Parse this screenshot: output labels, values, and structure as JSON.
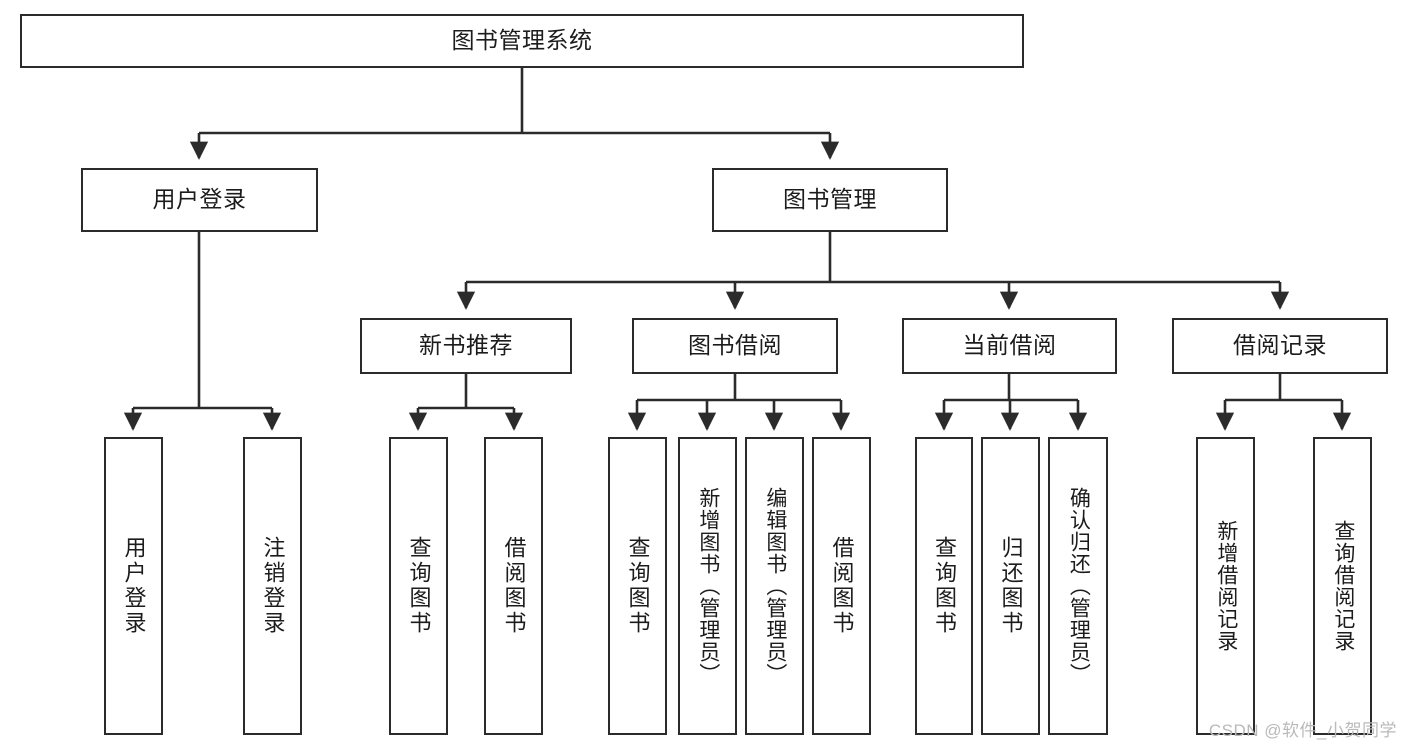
{
  "diagram": {
    "title": "图书管理系统",
    "watermark": "CSDN @软件_小贺同学",
    "colors": {
      "box_border": "#2b2b2b",
      "box_fill": "#ffffff",
      "connector": "#2b2b2b",
      "text": "#1c1c1c",
      "watermark": "#b9b9b9"
    },
    "root": {
      "label": "图书管理系统"
    },
    "level2": [
      {
        "label": "用户登录"
      },
      {
        "label": "图书管理"
      }
    ],
    "level3": [
      {
        "label": "新书推荐"
      },
      {
        "label": "图书借阅"
      },
      {
        "label": "当前借阅"
      },
      {
        "label": "借阅记录"
      }
    ],
    "leaves": {
      "user_login": [
        {
          "label": "用户登录"
        },
        {
          "label": "注销登录"
        }
      ],
      "new_book_recommend": [
        {
          "label": "查询图书"
        },
        {
          "label": "借阅图书"
        }
      ],
      "book_borrow": [
        {
          "label": "查询图书"
        },
        {
          "label": "新增图书（管理员）"
        },
        {
          "label": "编辑图书（管理员）"
        },
        {
          "label": "借阅图书"
        }
      ],
      "current_borrow": [
        {
          "label": "查询图书"
        },
        {
          "label": "归还图书"
        },
        {
          "label": "确认归还（管理员）"
        }
      ],
      "borrow_record": [
        {
          "label": "新增借阅记录"
        },
        {
          "label": "查询借阅记录"
        }
      ]
    }
  }
}
